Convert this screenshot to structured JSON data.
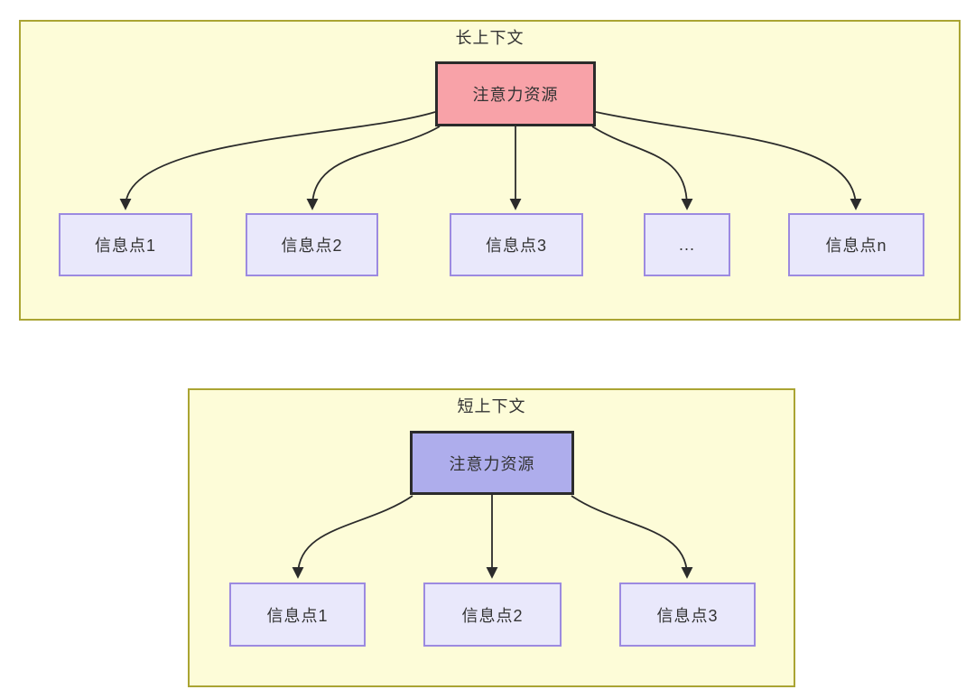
{
  "colors": {
    "container_bg": "#fdfcd8",
    "container_border": "#aaa433",
    "attention_long_bg": "#f8a2a8",
    "attention_short_bg": "#aeadec",
    "attention_border": "#2b2b2b",
    "info_bg": "#e9e8fb",
    "info_border": "#9c8ae0",
    "arrow": "#2b2b2b",
    "text": "#333333"
  },
  "long_context": {
    "title": "长上下文",
    "attention_label": "注意力资源",
    "info_points": [
      "信息点1",
      "信息点2",
      "信息点3",
      "...",
      "信息点n"
    ]
  },
  "short_context": {
    "title": "短上下文",
    "attention_label": "注意力资源",
    "info_points": [
      "信息点1",
      "信息点2",
      "信息点3"
    ]
  }
}
